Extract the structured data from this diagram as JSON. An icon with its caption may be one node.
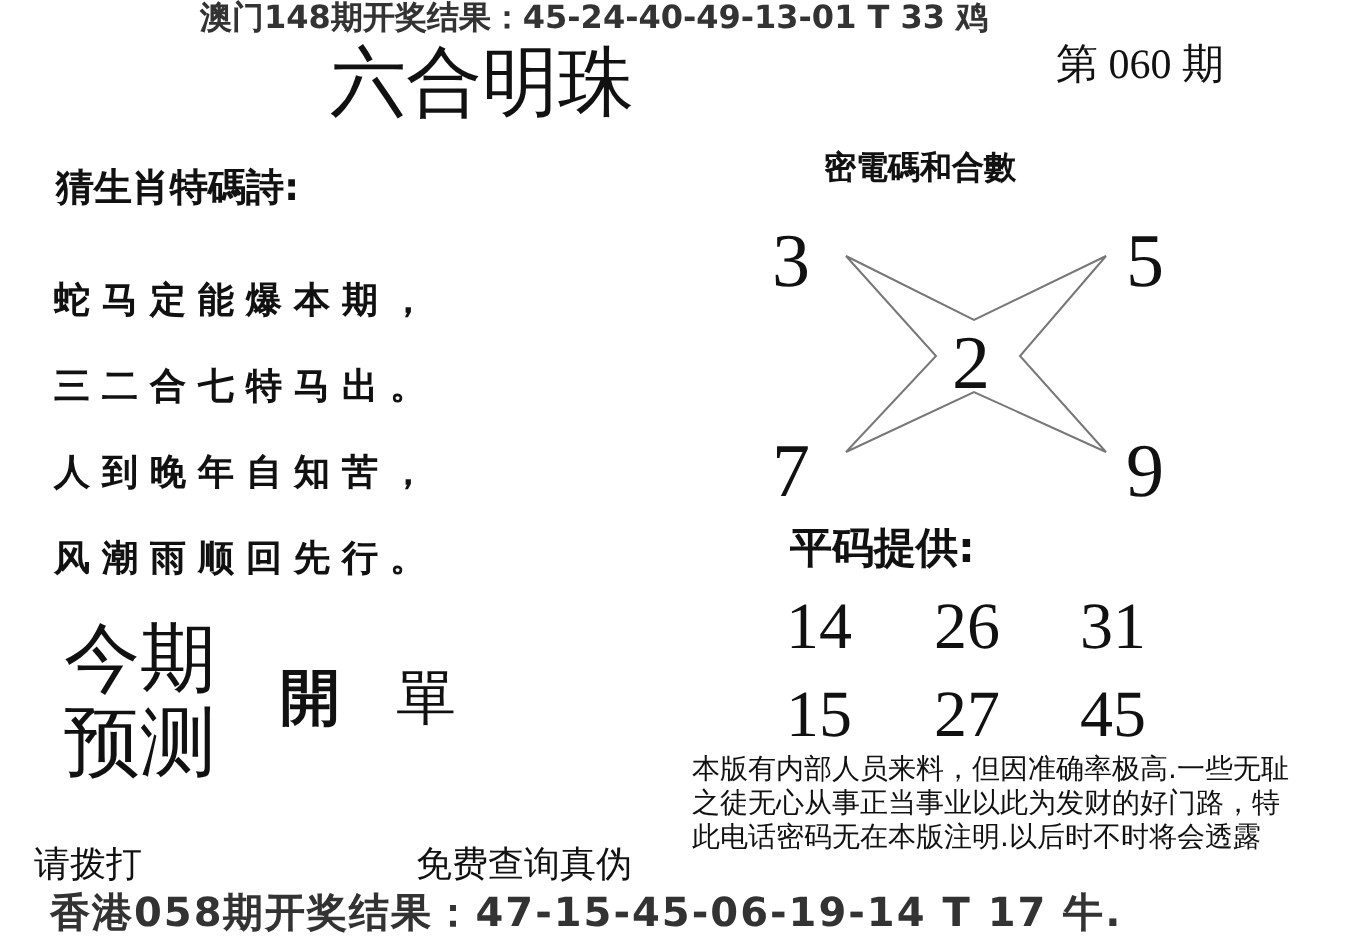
{
  "diagram": {
    "title": "六合明珠",
    "labels": [
      "澳门148期开奖结果：45-24-40-49-13-01 T 33 鸡",
      "第 060 期",
      "猜生肖特碼詩:",
      "密電碼和合數",
      "蛇马定能爆本期，",
      "三二合七特马出。",
      "人到晚年自知苦，",
      "风潮雨顺回先行。",
      "3",
      "5",
      "2",
      "7",
      "9",
      "平码提供:",
      "14",
      "26",
      "31",
      "15",
      "27",
      "45",
      "今期预测",
      "開",
      "單",
      "本版有内部人员来料，但因准确率极高.一些无耻之徒无心从事正当事业以此为发财的好门路，特此电话密码无在本版注明.以后时不时将会透露",
      "请拨打",
      "免费查询真伪",
      "香港058期开奖结果：47-15-45-06-19-14 T 17 牛."
    ]
  }
}
